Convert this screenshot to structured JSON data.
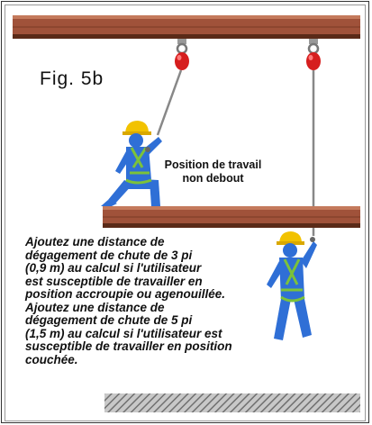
{
  "figure": {
    "label": "Fig. 5b",
    "position_label_line1": "Position de travail",
    "position_label_line2": "non debout",
    "note_lines": [
      "Ajoutez une distance de",
      "dégagement de chute de 3 pi",
      "(0,9 m) au calcul si l'utilisateur",
      "est susceptible de travailler en",
      "position accroupie ou agenouillée.",
      "Ajoutez une distance de",
      "dégagement de chute de 5 pi",
      "(1,5 m) au calcul si l'utilisateur est",
      "susceptible de travailler en position",
      "couchée."
    ]
  },
  "colors": {
    "beam": "#a0523a",
    "beam_edge": "#5a2a18",
    "hard_hat": "#f2c200",
    "worker_body": "#2f6fd6",
    "harness": "#7cc23a",
    "shock_absorber": "#d61e1e",
    "ground_hatch": "#808080"
  },
  "icons": [
    "top-beam-icon",
    "platform-beam-icon",
    "anchor-icon",
    "shock-absorber-icon",
    "crouching-worker-icon",
    "standing-worker-icon",
    "ground-icon"
  ]
}
